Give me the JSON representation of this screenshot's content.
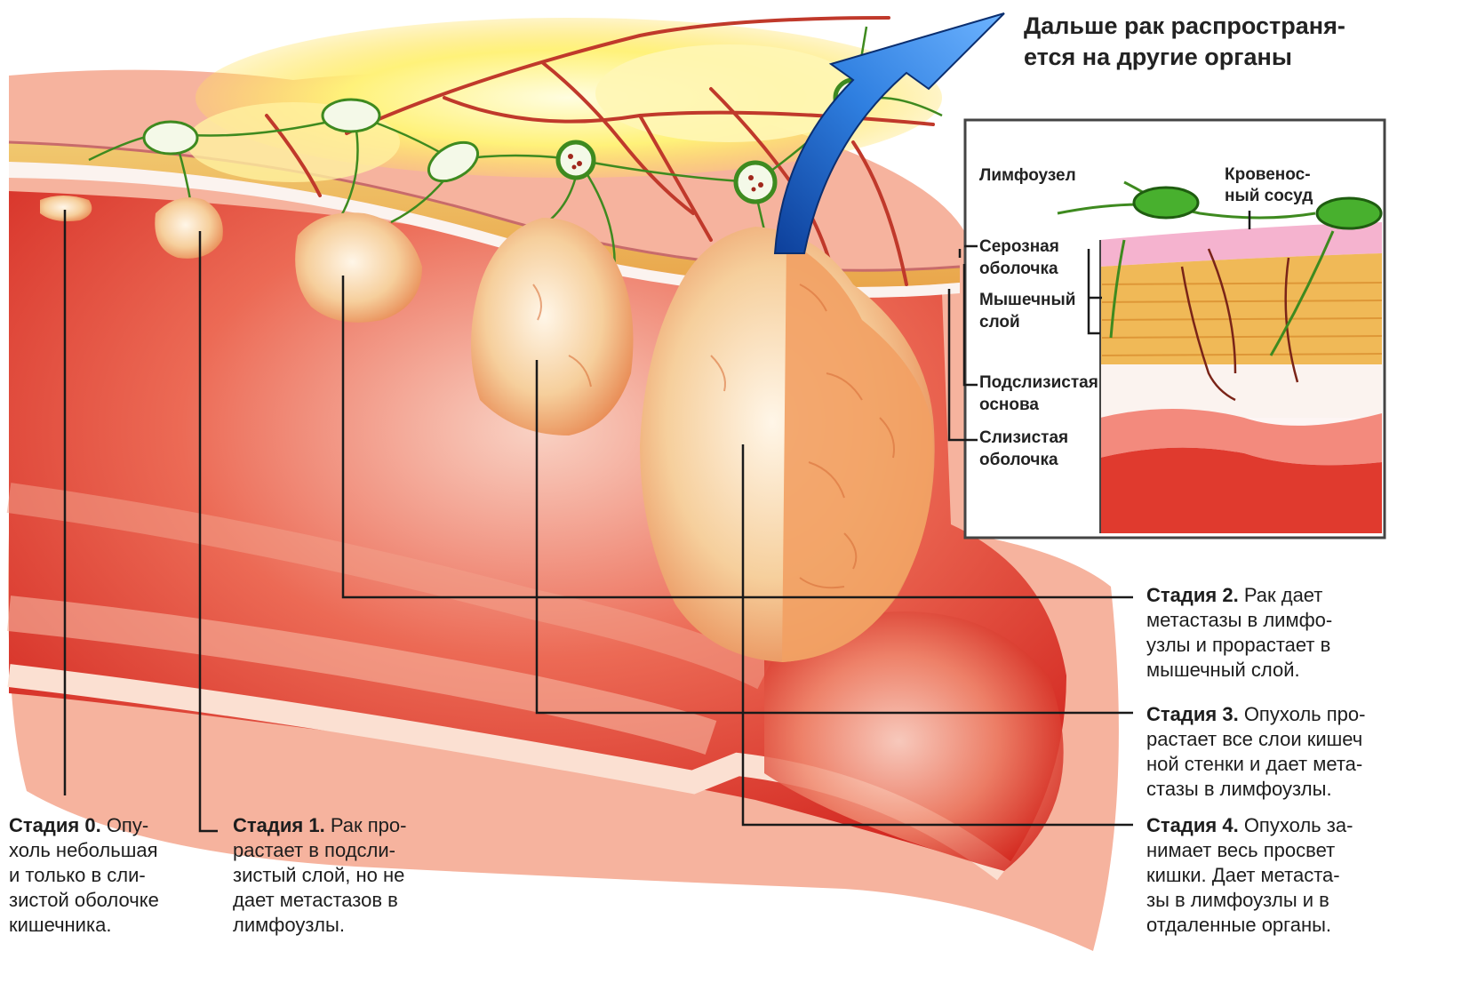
{
  "headline": {
    "line1": "Дальше рак распространя-",
    "line2": "ется на другие органы"
  },
  "inset": {
    "lymph_node": "Лимфоузел",
    "blood_vessel_1": "Кровенос-",
    "blood_vessel_2": "ный сосуд",
    "serosa_1": "Серозная",
    "serosa_2": "оболочка",
    "muscle_1": "Мышечный",
    "muscle_2": "слой",
    "submucosa_1": "Подслизистая",
    "submucosa_2": "основа",
    "mucosa_1": "Слизистая",
    "mucosa_2": "оболочка"
  },
  "stages": [
    {
      "title": "Стадия 0.",
      "lines": [
        "Опу-",
        "холь небольшая",
        "и только в сли-",
        "зистой оболочке",
        "кишечника."
      ]
    },
    {
      "title": "Стадия 1.",
      "lines": [
        "Рак про-",
        "растает в подсли-",
        "зистый слой, но не",
        "дает метастазов в",
        "лимфоузлы."
      ]
    },
    {
      "title": "Стадия 2.",
      "lines": [
        "Рак дает",
        "метастазы в лимфо-",
        "узлы и прорастает в",
        "мышечный слой."
      ]
    },
    {
      "title": "Стадия 3.",
      "lines": [
        "Опухоль про-",
        "растает все слои кишеч",
        "ной стенки и дает мета-",
        "стазы в лимфоузлы."
      ]
    },
    {
      "title": "Стадия 4.",
      "lines": [
        "Опухоль за-",
        "нимает весь просвет",
        "кишки. Дает метаста-",
        "зы в лимфоузлы и в",
        "отдаленные органы."
      ]
    }
  ],
  "colors": {
    "lumen_red": "#d8241c",
    "tissue_pink": "#f7b39c",
    "tumor": "#f5c98e",
    "fat_yellow": "#fff27a",
    "vessel_red": "#c0392b",
    "lymph_green": "#3fae2a",
    "arrow_blue": "#1f67c8"
  }
}
